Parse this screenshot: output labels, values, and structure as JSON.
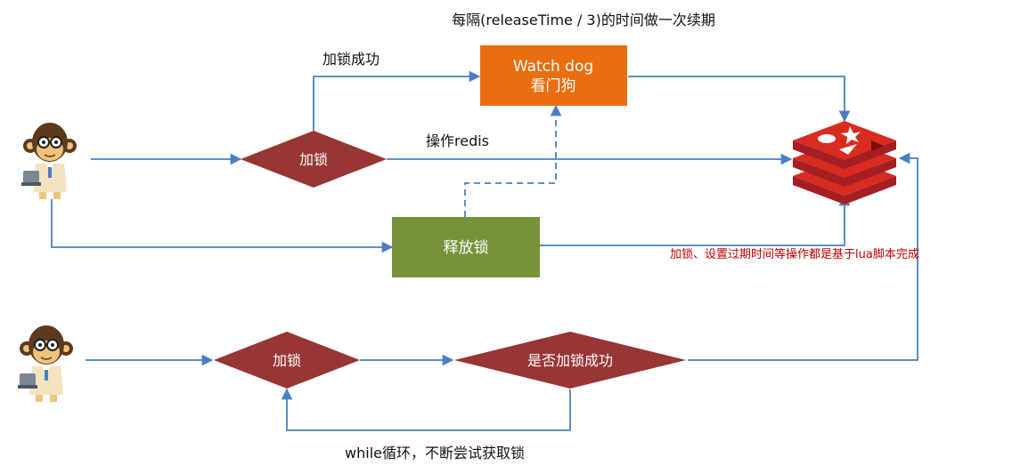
{
  "diagram": {
    "top_note": "每隔(releaseTime / 3)的时间做一次续期",
    "lock_success_label": "加锁成功",
    "watchdog_line1": "Watch dog",
    "watchdog_line2": "看门狗",
    "operate_redis_label": "操作redis",
    "lock_diamond_1": "加锁",
    "release_lock": "释放锁",
    "lua_note": "加锁、设置过期时间等操作都是基于lua脚本完成",
    "lock_diamond_2": "加锁",
    "check_success_diamond": "是否加锁成功",
    "retry_loop_label": "while循环，不断尝试获取锁"
  },
  "colors": {
    "arrow": "#4a7fc1",
    "diamond": "#983535",
    "watchdog": "#ea6e10",
    "release": "#76933c",
    "redis": "#c9302c",
    "lua_note_text": "#c00000"
  },
  "icons": {
    "client_1": "monkey-programmer-icon",
    "client_2": "monkey-programmer-icon",
    "redis": "redis-logo-icon"
  }
}
